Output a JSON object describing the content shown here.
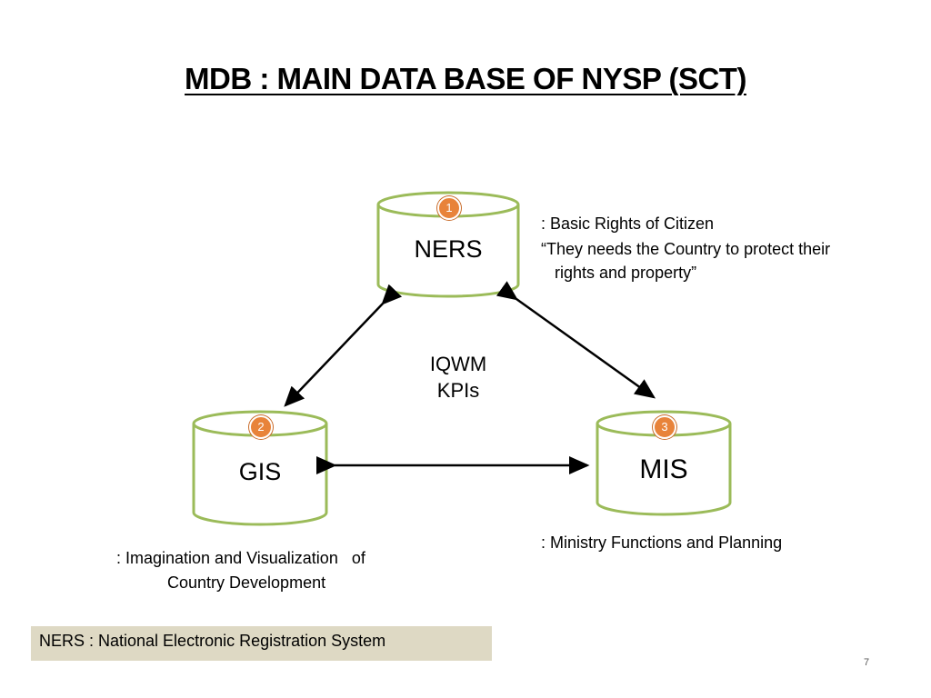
{
  "title": "MDB : MAIN DATA BASE OF NYSP (SCT)",
  "nodes": {
    "ners": {
      "label": "NERS",
      "badge": "1"
    },
    "gis": {
      "label": "GIS",
      "badge": "2"
    },
    "mis": {
      "label": "MIS",
      "badge": "3"
    }
  },
  "center": {
    "line1": "IQWM",
    "line2": "KPIs"
  },
  "notes": {
    "ners_line1": ": Basic Rights of Citizen",
    "ners_line2": "“They needs the Country to protect their",
    "ners_line3": "rights and property”",
    "gis_line1": ": Imagination and Visualization   of",
    "gis_line2": "Country Development",
    "mis_line1": ": Ministry Functions and Planning"
  },
  "footer": "NERS : National Electronic Registration System",
  "page_number": "7",
  "colors": {
    "cylinder_stroke": "#9bbb59",
    "badge_fill": "#e8833a",
    "footer_bg": "#ded9c4"
  }
}
